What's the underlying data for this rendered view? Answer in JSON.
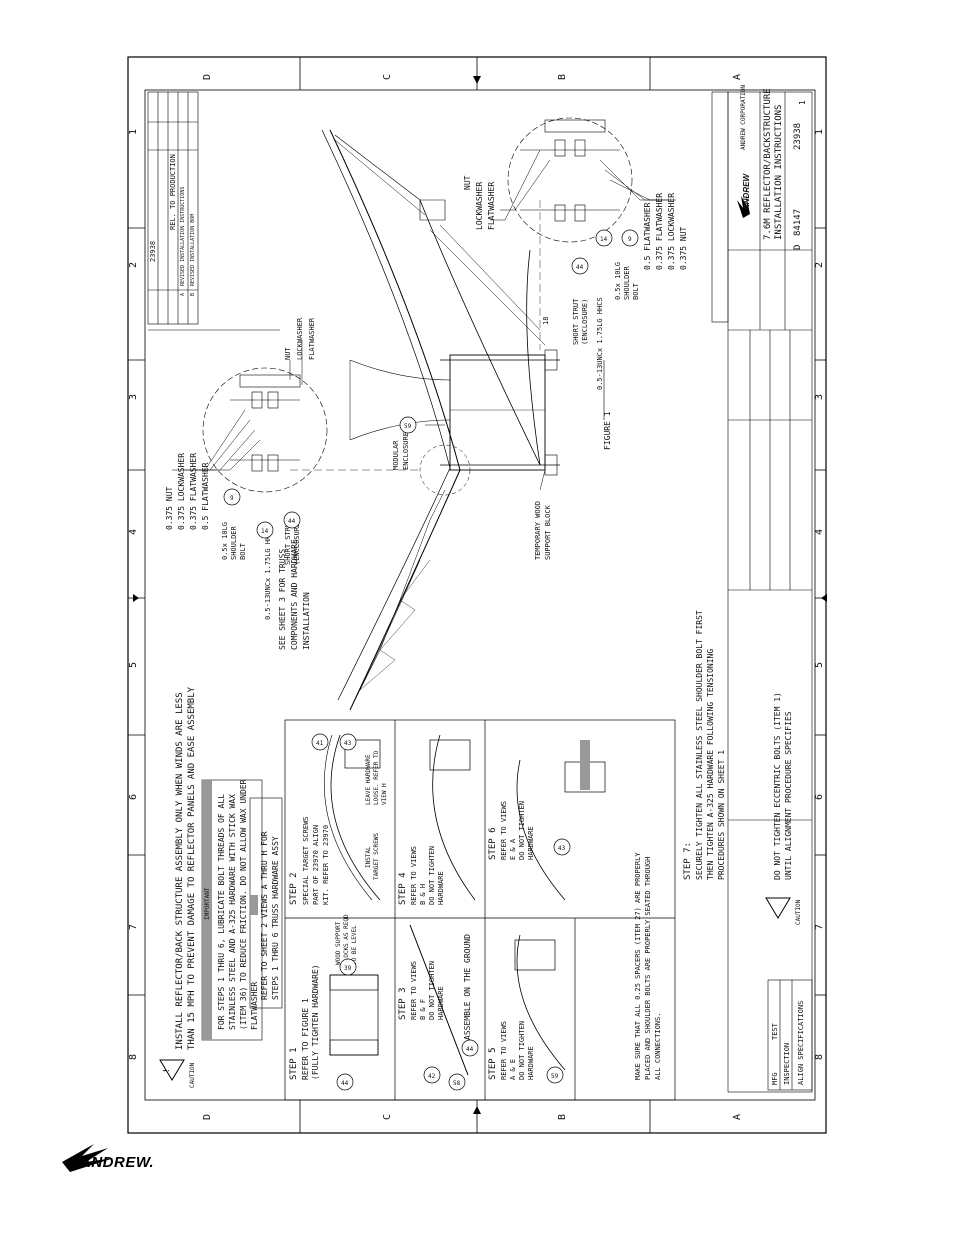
{
  "sheet": {
    "border_letters": [
      "D",
      "C",
      "B",
      "A"
    ],
    "border_numbers": [
      "8",
      "7",
      "6",
      "5",
      "4",
      "3",
      "2",
      "1"
    ]
  },
  "caution_label": "CAUTION",
  "notes": {
    "install_note": "INSTALL REFLECTOR/BACK STRUCTURE ASSEMBLY ONLY WHEN WINDS ARE LESS THAN 15 MPH TO PREVENT DAMAGE TO REFLECTOR PANELS AND EASE ASSEMBLY",
    "important_label": "IMPORTANT",
    "wax_note": "FOR STEPS 1 THRU 6, LUBRICATE BOLT THREADS OF ALL STAINLESS STEEL AND A-325 HARDWARE WITH STICK WAX (ITEM 36) TO REDUCE FRICTION. DO NOT ALLOW WAX UNDER FLATWASHER",
    "note_label": "NOTE",
    "refer_note": "REFER TO SHEET 2 VIEWS A THRU H FOR STEPS 1 THRU 6 TRUSS HARDWARE ASSY",
    "spacer_note": "MAKE SURE THAT ALL 0.25 SPACERS (ITEM 27) ARE PROPERLY PLACED AND SHOULDER BOLTS ARE PROPERLY SEATED THROUGH ALL CONNECTIONS.",
    "step7": "STEP 7: SECURELY TIGHTEN ALL STAINLESS STEEL SHOULDER BOLT FIRST THEN TIGHTEN A-325 HARDWARE FOLLOWING TENSIONING PROCEDURES SHOWN ON SHEET 1",
    "eccentric_note": "DO NOT TIGHTEN ECCENTRIC BOLTS (ITEM 1) UNTIL ALIGNMENT PROCEDURE SPECIFIES"
  },
  "steps": [
    {
      "title": "STEP 1",
      "body": "REFER TO FIGURE 1 (FULLY TIGHTEN HARDWARE)"
    },
    {
      "title": "STEP 2",
      "body": "SPECIAL TARGET SCREWS PART OF 23970 ALIGN KIT. REFER TO 23970"
    },
    {
      "title": "STEP 3",
      "body": "REFER TO VIEWS B & F DO NOT TIGHTEN HARDWARE"
    },
    {
      "title": "STEP 4",
      "body": "REFER TO VIEWS B & H DO NOT TIGHTEN HARDWARE"
    },
    {
      "title": "STEP 5",
      "body": "REFER TO VIEWS A & E DO NOT TIGHTEN HARDWARE"
    },
    {
      "title": "STEP 6",
      "body": "REFER TO VIEWS E & A DO NOT TIGHTEN HARDWARE"
    }
  ],
  "step_callouts": {
    "wood_blocks": "WOOD SUPPORT BLOCKS AS REQD TO BE LEVEL",
    "assemble_ground": "ASSEMBLE ON THE GROUND",
    "install_target": "INSTAL TARGET SCREWS",
    "leave_hardware": "LEAVE HARDWARE LOOSE. REFER TO VIEW H"
  },
  "figure": {
    "label": "FIGURE 1",
    "see_sheet": "SEE SHEET 3 FOR TRUSS COMPONENTS AND HARDWARE INSTALLATION",
    "modular_enclosure": "MODULAR ENCLOSURE",
    "temp_block": "TEMPORARY WOOD SUPPORT BLOCK",
    "dim": "18"
  },
  "detail_labels": {
    "nut_0375": "0.375 NUT",
    "lockwasher_0375": "0.375 LOCKWASHER",
    "flatwasher_0375": "0.375 FLATWASHER",
    "flatwasher_05": "0.5 FLATWASHER",
    "shoulder_bolt": "0.5x 10LG SHOULDER BOLT",
    "hhcs": "0.5-13UNCx 1.75LG HHCS",
    "short_strut": "SHORT STRUT (ENCLOSURE)",
    "nut": "NUT",
    "lockwasher": "LOCKWASHER",
    "flatwasher": "FLATWASHER"
  },
  "balloons": [
    "44",
    "9",
    "14",
    "44",
    "59",
    "44",
    "14",
    "9",
    "44",
    "41",
    "43",
    "42",
    "58",
    "39",
    "43",
    "59"
  ],
  "title_block": {
    "company": "ANDREW CORPORATION",
    "title_line1": "7.6M REFLECTOR/BACKSTRUCTURE",
    "title_line2": "INSTALLATION INSTRUCTIONS",
    "size": "D",
    "dwg_no": "84147",
    "number": "23938",
    "sheet": "1"
  },
  "revisions": [
    {
      "rev": "",
      "desc": "REL. TO PRODUCTION"
    },
    {
      "rev": "A",
      "desc": "REVISED INSTALLATION INSTRUCTIONS"
    },
    {
      "rev": "B",
      "desc": "REVISED INSTALLATION BOM"
    }
  ],
  "rev_dwg_no": "23938",
  "specs": {
    "mfg": "MFG",
    "mfg_val": "TEST",
    "inspection": "INSPECTION",
    "spec": "ALIGN SPECIFICATIONS"
  },
  "brand": {
    "text": "ANDREW."
  }
}
